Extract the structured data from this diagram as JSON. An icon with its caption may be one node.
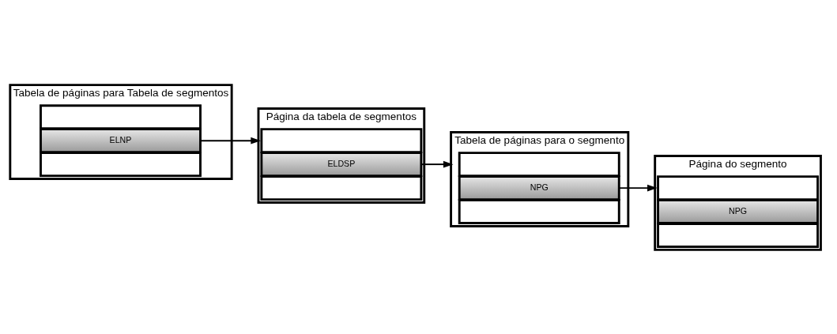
{
  "diagram": {
    "nodes": [
      {
        "text": [
          "Tabela de páginas para Tabela de segmentos"
        ]
      },
      {
        "text": [],
        "shape": "box",
        "in": 0
      },
      {
        "text": [
          "ELNP"
        ],
        "in": 0
      },
      {
        "text": [],
        "shape": "box",
        "in": 0
      },
      {
        "text": [
          "Página da tabela de segmentos"
        ]
      },
      {
        "text": [],
        "shape": "box",
        "in": 4
      },
      {
        "text": [
          "ELDSP"
        ],
        "in": 4
      },
      {
        "text": [],
        "shape": "box",
        "in": 4
      },
      {
        "text": [
          "Tabela de páginas para o segmento"
        ]
      },
      {
        "text": [],
        "shape": "box",
        "in": 8
      },
      {
        "text": [
          "NPG"
        ],
        "in": 8
      },
      {
        "text": [],
        "shape": "box",
        "in": 8
      },
      {
        "text": [
          "Página do segmento"
        ]
      },
      {
        "text": [],
        "shape": "box",
        "in": 12
      },
      {
        "text": [
          "NPG"
        ],
        "in": 12
      },
      {
        "text": [],
        "shape": "box",
        "in": 12
      }
    ],
    "edges": [
      {
        "from": 2,
        "to": 4,
        "arrow": "to"
      },
      {
        "from": 6,
        "to": 8,
        "arrow": "to"
      },
      {
        "from": 10,
        "to": 12,
        "arrow": "to"
      }
    ]
  }
}
